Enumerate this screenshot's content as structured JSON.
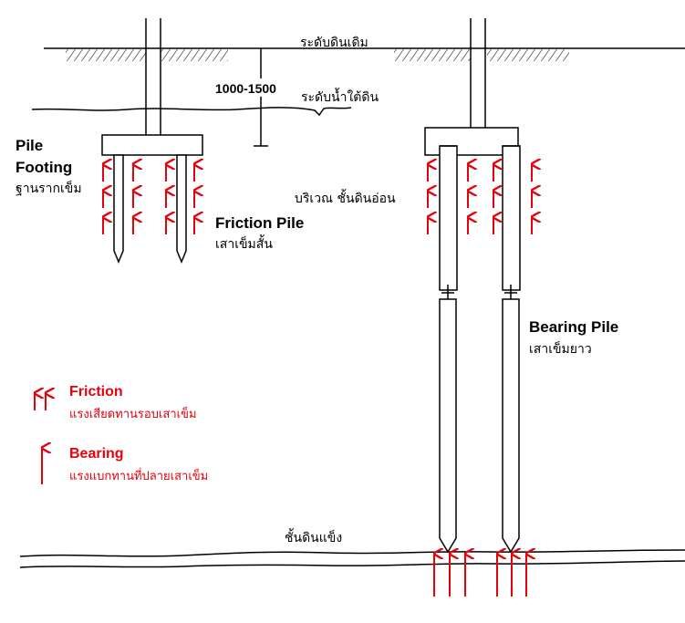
{
  "labels": {
    "ground_level": "ระดับดินเดิม",
    "water_level": "ระดับน้ำใต้ดิน",
    "depth_range": "1000-1500",
    "soft_soil_zone": "บริเวณ ชั้นดินอ่อน",
    "hard_soil_layer": "ชั้นดินแข็ง",
    "pile_footing_en_1": "Pile",
    "pile_footing_en_2": "Footing",
    "pile_footing_th": "ฐานรากเข็ม",
    "friction_pile_en": "Friction Pile",
    "friction_pile_th": "เสาเข็มสั้น",
    "bearing_pile_en": "Bearing Pile",
    "bearing_pile_th": "เสาเข็มยาว"
  },
  "legend": {
    "friction_title": "Friction",
    "friction_desc": "แรงเสียดทานรอบเสาเข็ม",
    "bearing_title": "Bearing",
    "bearing_desc": "แรงแบกทานที่ปลายเสาเข็ม"
  },
  "colors": {
    "accent_red": "#e8000b",
    "line": "#000000",
    "background": "#ffffff"
  }
}
